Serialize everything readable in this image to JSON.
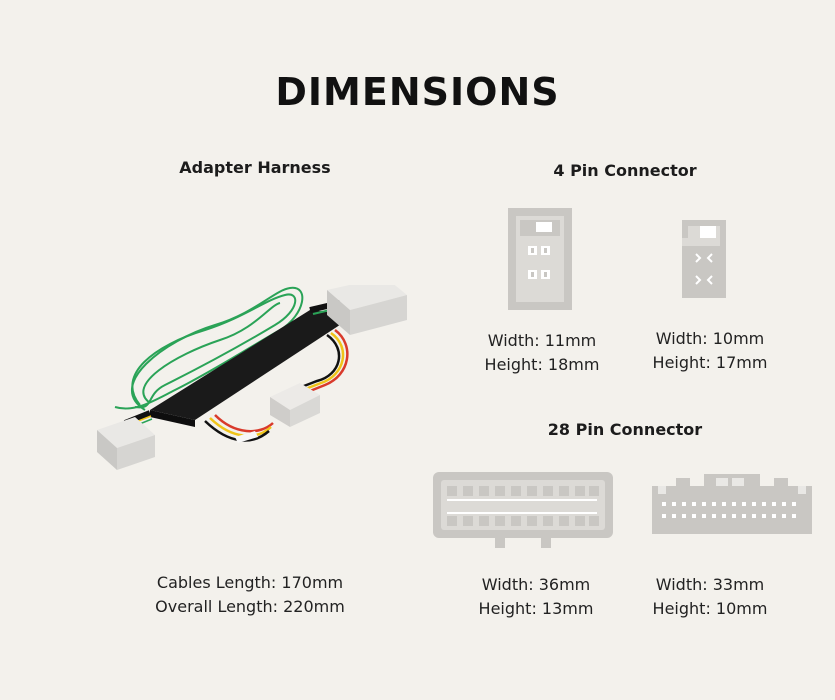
{
  "title": "DIMENSIONS",
  "adapter": {
    "heading": "Adapter Harness",
    "cables_length": "Cables Length: 170mm",
    "overall_length": "Overall Length: 220mm",
    "icon": "wiring-harness-illustration"
  },
  "four_pin": {
    "heading": "4 Pin Connector",
    "left": {
      "width": "Width: 11mm",
      "height": "Height: 18mm"
    },
    "right": {
      "width": "Width: 10mm",
      "height": "Height: 17mm"
    }
  },
  "twenty_eight_pin": {
    "heading": "28 Pin Connector",
    "left": {
      "width": "Width: 36mm",
      "height": "Height: 13mm"
    },
    "right": {
      "width": "Width: 33mm",
      "height": "Height: 10mm"
    }
  },
  "colors": {
    "background": "#f3f1ec",
    "connector_gray": "#c9c7c3",
    "harness_black": "#1a1a1a",
    "wire_green": "#2aa357"
  }
}
